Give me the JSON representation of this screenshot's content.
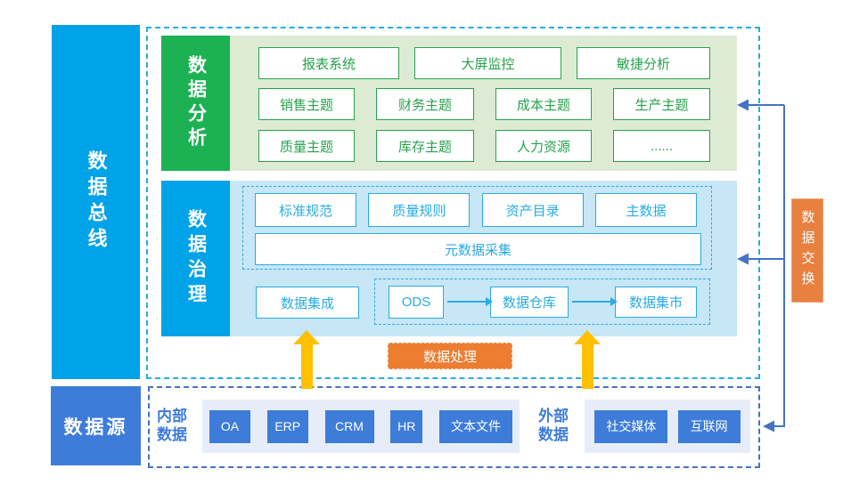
{
  "bus": {
    "label": "数据总线"
  },
  "analysis": {
    "label": "数据分析",
    "apps": [
      "报表系统",
      "大屏监控",
      "敏捷分析"
    ],
    "themes_row1": [
      "销售主题",
      "财务主题",
      "成本主题",
      "生产主题"
    ],
    "themes_row2": [
      "质量主题",
      "库存主题",
      "人力资源",
      "......"
    ]
  },
  "governance": {
    "label": "数据治理",
    "tools": [
      "标准规范",
      "质量规则",
      "资产目录",
      "主数据"
    ],
    "metadata_collection": "元数据采集",
    "integration": "数据集成",
    "pipeline": [
      "ODS",
      "数据仓库",
      "数据集市"
    ]
  },
  "processing": {
    "label": "数据处理"
  },
  "exchange": {
    "label": "数据交换"
  },
  "sources": {
    "label": "数据源",
    "internal": {
      "label": "内部数据",
      "systems": [
        "OA",
        "ERP",
        "CRM",
        "HR",
        "文本文件"
      ]
    },
    "external": {
      "label": "外部数据",
      "systems": [
        "社交媒体",
        "互联网"
      ]
    }
  },
  "colors": {
    "azure": "#00A2E8",
    "green": "#1CB254",
    "green_border": "#27A24C",
    "light_green": "#DEEBD4",
    "light_blue": "#C7E6F6",
    "blue": "#29ABE2",
    "royal_blue": "#3E7CD9",
    "lavender": "#E7EDF8",
    "orange": "#ED7D31",
    "yellow": "#FFC001",
    "connector_blue": "#4472C4"
  }
}
